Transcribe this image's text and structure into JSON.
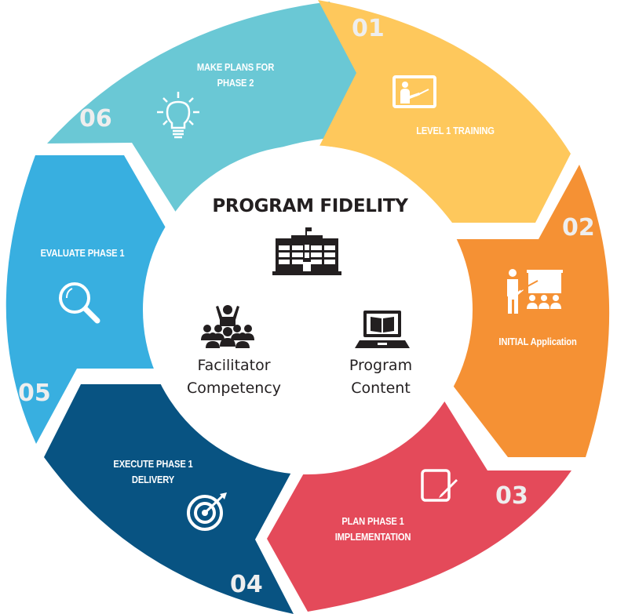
{
  "center": {
    "title": "PROGRAM FIDELITY",
    "pillars": [
      {
        "label_line1": "Facilitator",
        "label_line2": "Competency",
        "icon": "audience-leader-icon"
      },
      {
        "label_line1": "Program",
        "label_line2": "Content",
        "icon": "laptop-book-icon"
      }
    ],
    "top_icon": "school-building-icon"
  },
  "steps": [
    {
      "number": "01",
      "label_line1": "LEVEL 1 TRAINING",
      "label_line2": "",
      "icon": "teacher-board-icon",
      "color": "#FEC85C"
    },
    {
      "number": "02",
      "label_line1": "INITIAL Application",
      "label_line2": "",
      "icon": "presentation-audience-icon",
      "color": "#F59134"
    },
    {
      "number": "03",
      "label_line1": "PLAN PHASE 1",
      "label_line2": "IMPLEMENTATION",
      "icon": "tablet-pen-icon",
      "color": "#E44A5A"
    },
    {
      "number": "04",
      "label_line1": "EXECUTE PHASE 1",
      "label_line2": "DELIVERY",
      "icon": "target-arrow-icon",
      "color": "#085382"
    },
    {
      "number": "05",
      "label_line1": "EVALUATE PHASE 1",
      "label_line2": "",
      "icon": "magnifier-icon",
      "color": "#38AFE0"
    },
    {
      "number": "06",
      "label_line1": "MAKE PLANS FOR",
      "label_line2": "PHASE 2",
      "icon": "lightbulb-icon",
      "color": "#6AC8D5"
    }
  ]
}
